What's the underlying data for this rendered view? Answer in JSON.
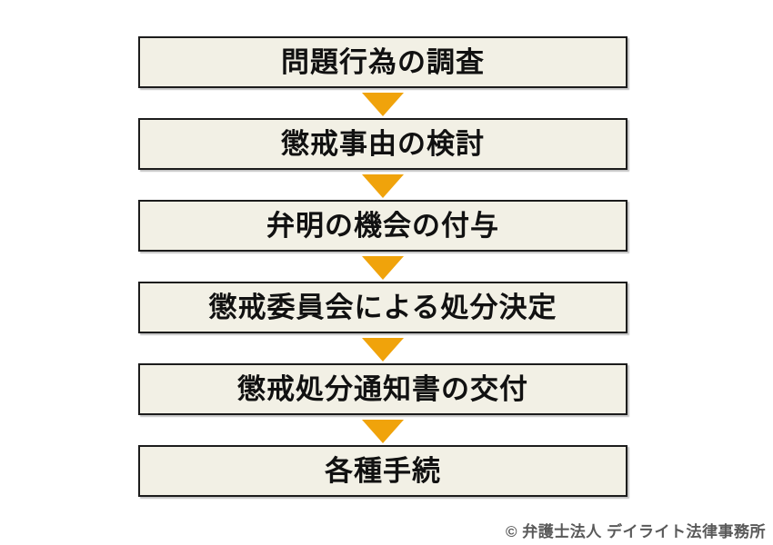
{
  "colors": {
    "box-bg": "#f2f0e5",
    "box-border": "#1c1c1c",
    "box-shadow": "#c4c4c4",
    "arrow": "#f0a30b",
    "step-text": "#111111",
    "footer-text": "#595959",
    "page-bg": "#ffffff"
  },
  "flow": {
    "steps": [
      {
        "label": "問題行為の調査"
      },
      {
        "label": "懲戒事由の検討"
      },
      {
        "label": "弁明の機会の付与"
      },
      {
        "label": "懲戒委員会による処分決定"
      },
      {
        "label": "懲戒処分通知書の交付"
      },
      {
        "label": "各種手続"
      }
    ]
  },
  "footer": {
    "copyright": "© 弁護士法人 デイライト法律事務所"
  }
}
